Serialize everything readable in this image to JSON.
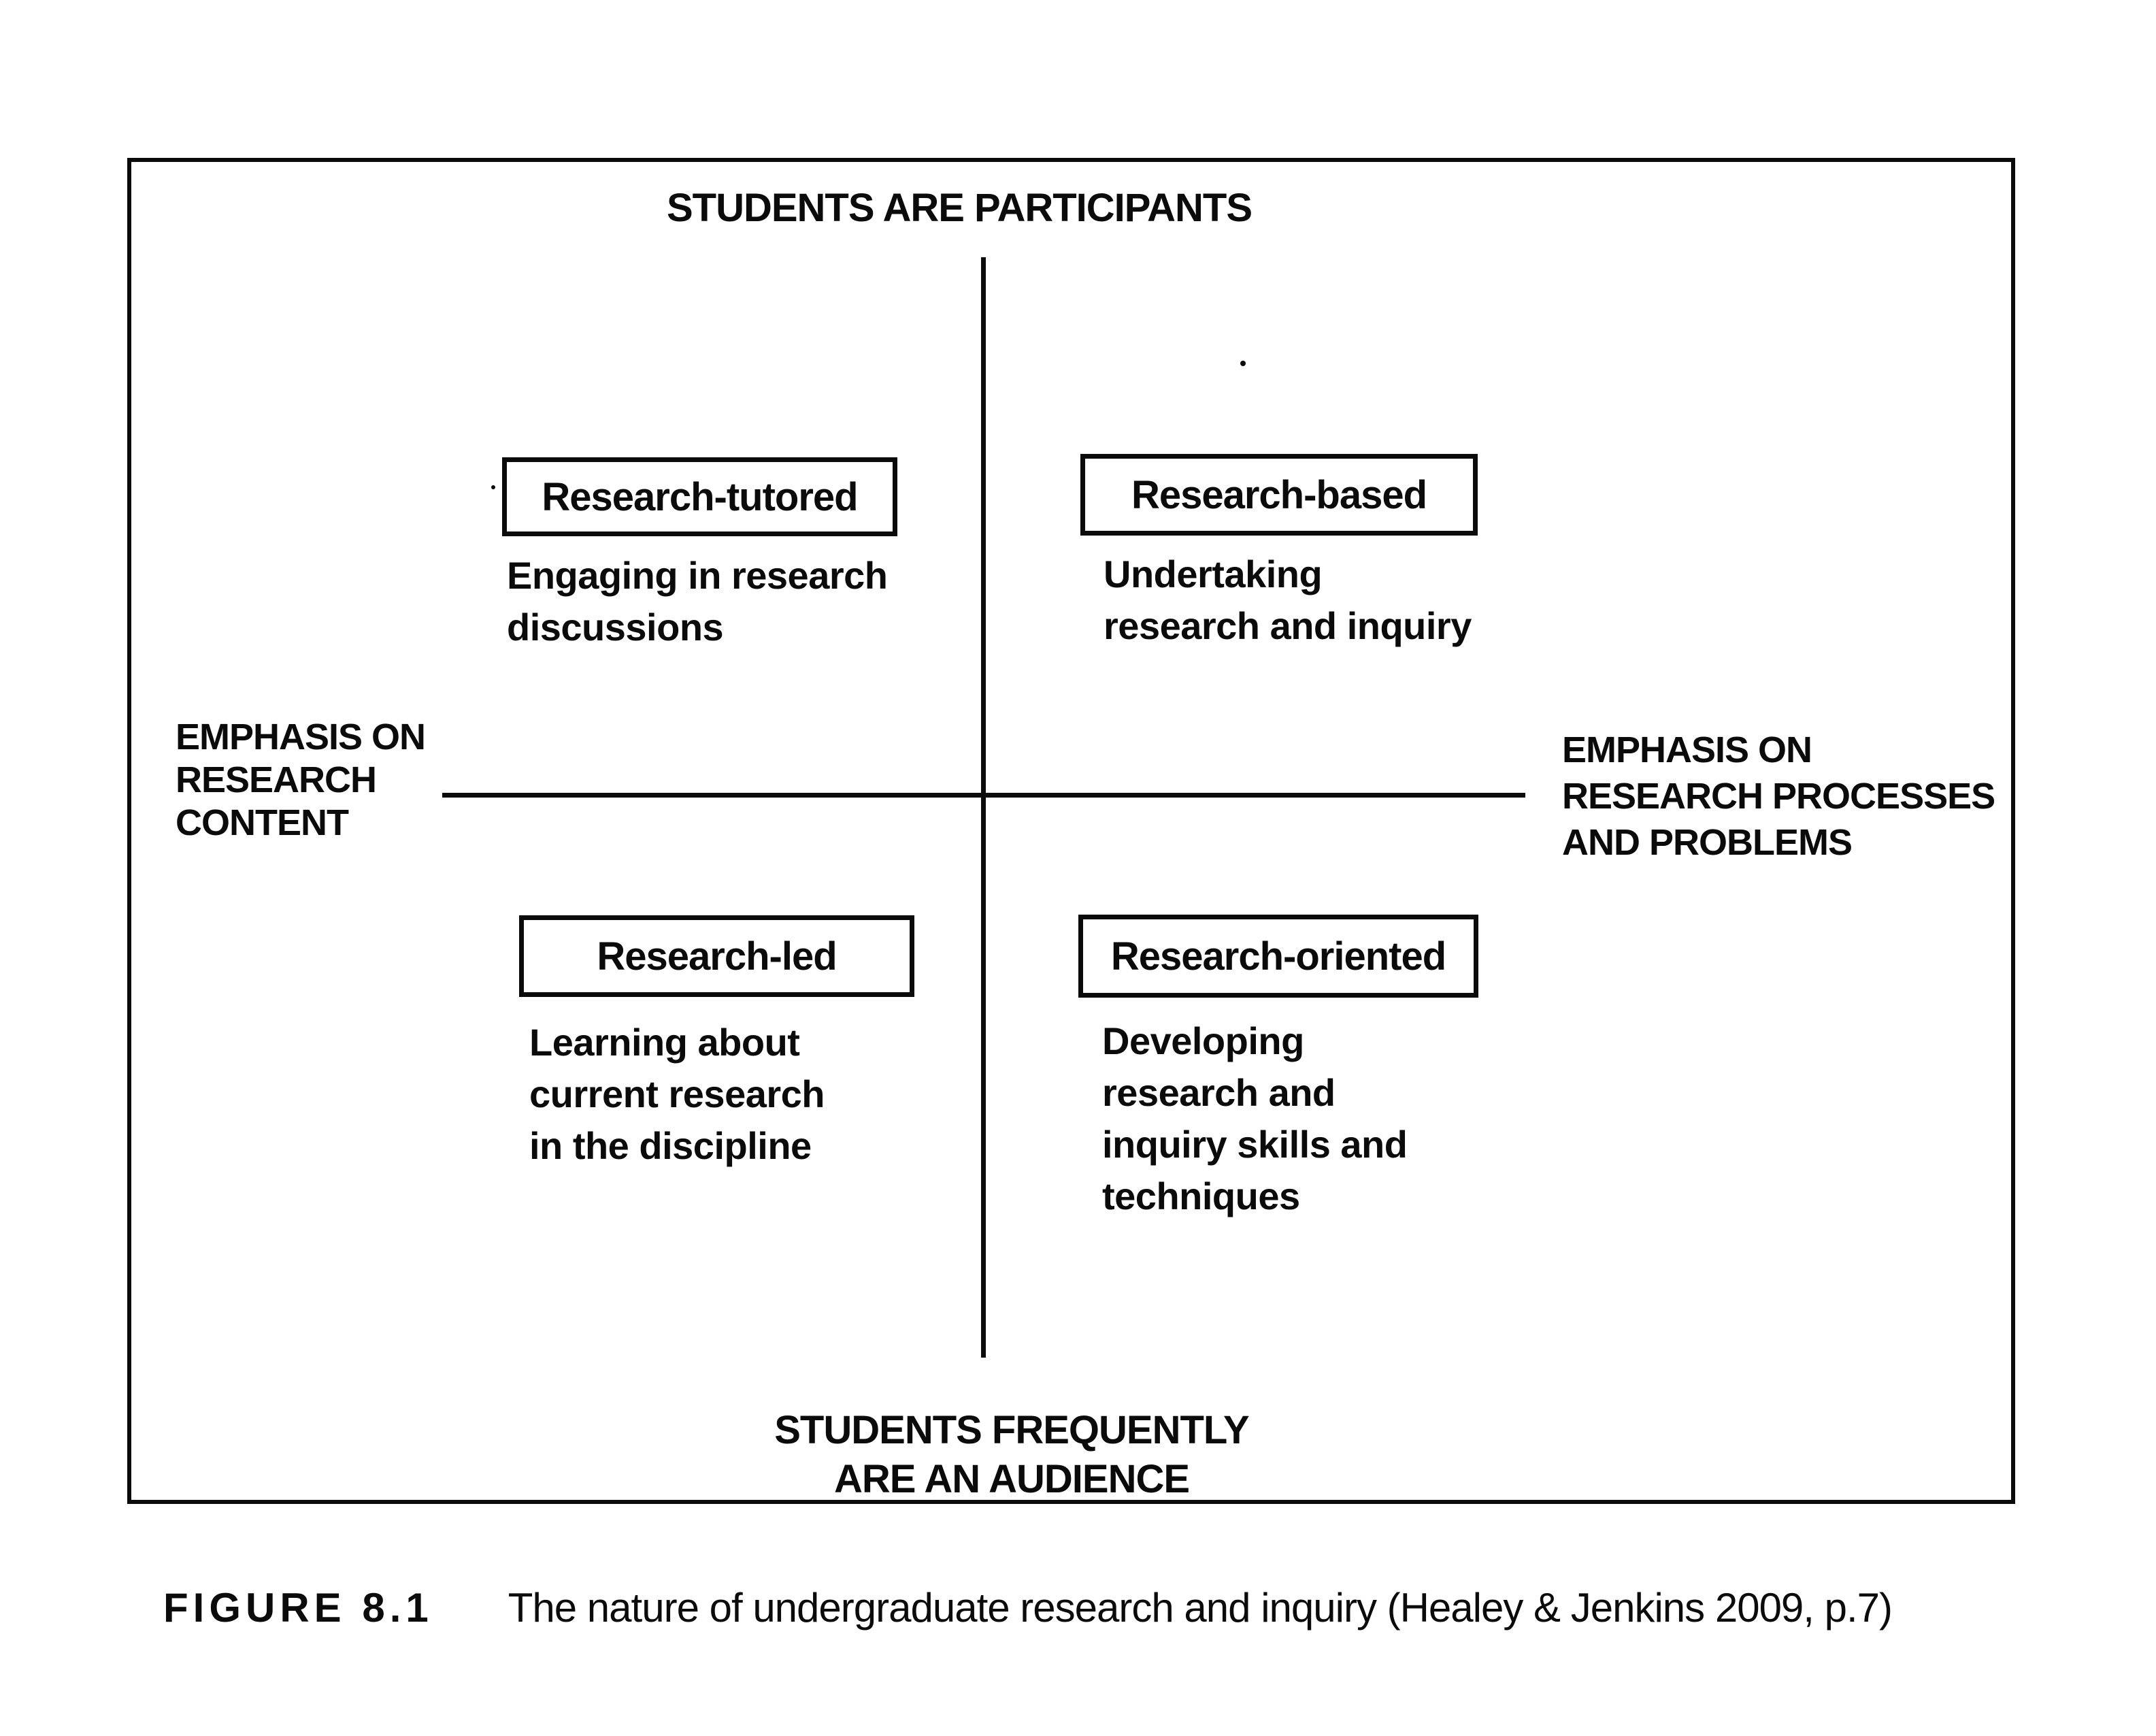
{
  "colors": {
    "ink": "#0b0b0b",
    "paper": "#ffffff"
  },
  "figure": {
    "top_axis": "STUDENTS ARE PARTICIPANTS",
    "bottom_axis": [
      "STUDENTS FREQUENTLY",
      "ARE AN AUDIENCE"
    ],
    "left_axis": [
      "EMPHASIS ON",
      "RESEARCH",
      "CONTENT"
    ],
    "right_axis": [
      "EMPHASIS ON",
      "RESEARCH PROCESSES",
      "AND PROBLEMS"
    ],
    "quadrants": {
      "top_left": {
        "label": "Research-tutored",
        "description": [
          "Engaging in research",
          "discussions"
        ]
      },
      "top_right": {
        "label": "Research-based",
        "description": [
          "Undertaking",
          "research and inquiry"
        ]
      },
      "bottom_left": {
        "label": "Research-led",
        "description": [
          "Learning about",
          "current research",
          "in the discipline"
        ]
      },
      "bottom_right": {
        "label": "Research-oriented",
        "description": [
          "Developing",
          "research and",
          "inquiry skills and",
          "techniques"
        ]
      }
    },
    "caption": {
      "number": "FIGURE 8.1",
      "text": "The nature of undergraduate research and inquiry (Healey & Jenkins 2009, p.7)"
    }
  }
}
